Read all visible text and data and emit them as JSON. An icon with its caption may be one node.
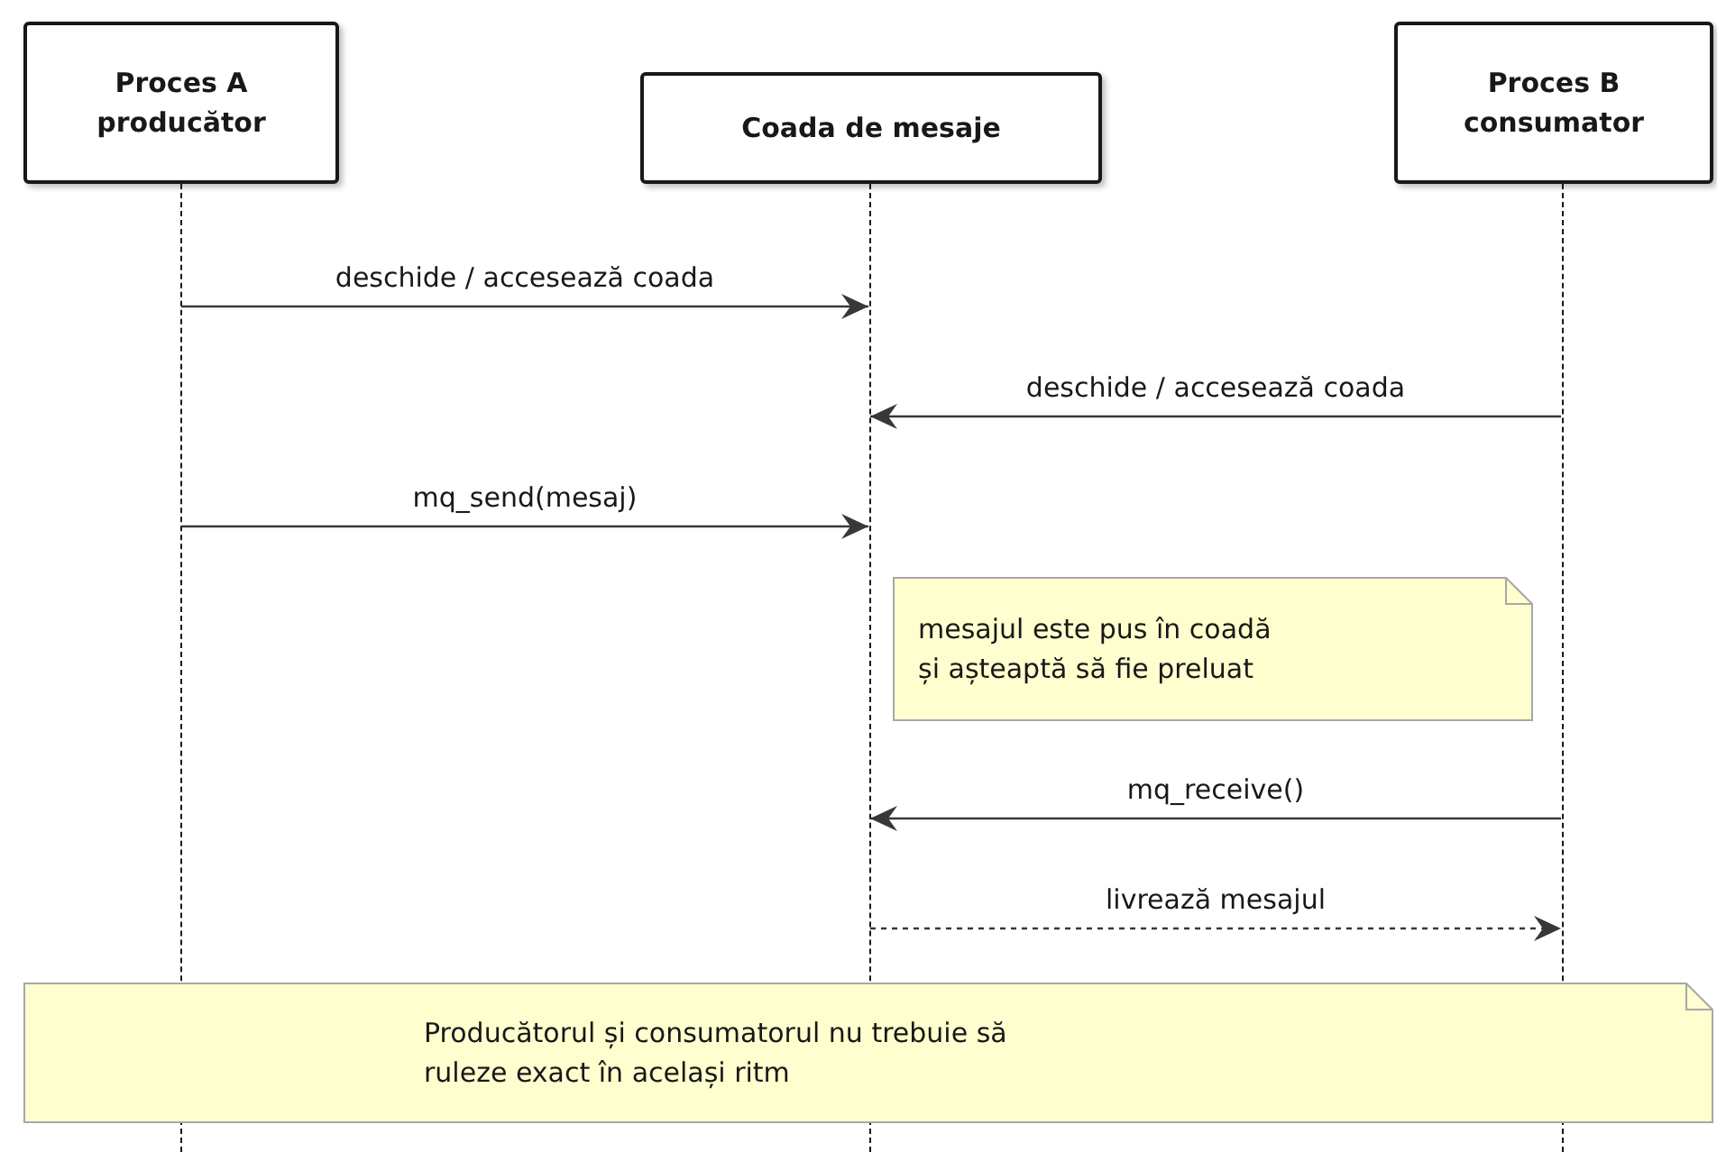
{
  "diagram": {
    "nodes": [
      {
        "text": [
          "Proces A producător"
        ]
      },
      {
        "text": [
          "Coada de mesaje"
        ]
      },
      {
        "text": [
          "Proces B consumator"
        ]
      },
      {
        "text": [],
        "shape": "line"
      },
      {
        "text": [],
        "shape": "line"
      },
      {
        "text": [],
        "shape": "line"
      },
      {
        "text": [
          "mesajul este pus în coadă și așteaptă să fie preluat"
        ]
      },
      {
        "text": [
          "Producătorul și consumatorul nu trebuie să ruleze exact în același ritm"
        ]
      }
    ],
    "edges": [
      {
        "from": 3,
        "to": 4,
        "arrow": "to",
        "label": "deschide / accesează coada"
      },
      {
        "from": 5,
        "to": 4,
        "arrow": "to",
        "label": "deschide / accesează coada"
      },
      {
        "from": 3,
        "to": 4,
        "arrow": "to",
        "label": "mq_send(mesaj)"
      },
      {
        "from": 5,
        "to": 4,
        "arrow": "to",
        "label": "mq_receive()"
      },
      {
        "from": 4,
        "to": 5,
        "arrow": "to",
        "label": "livrează mesajul",
        "style": "dashed"
      }
    ]
  }
}
